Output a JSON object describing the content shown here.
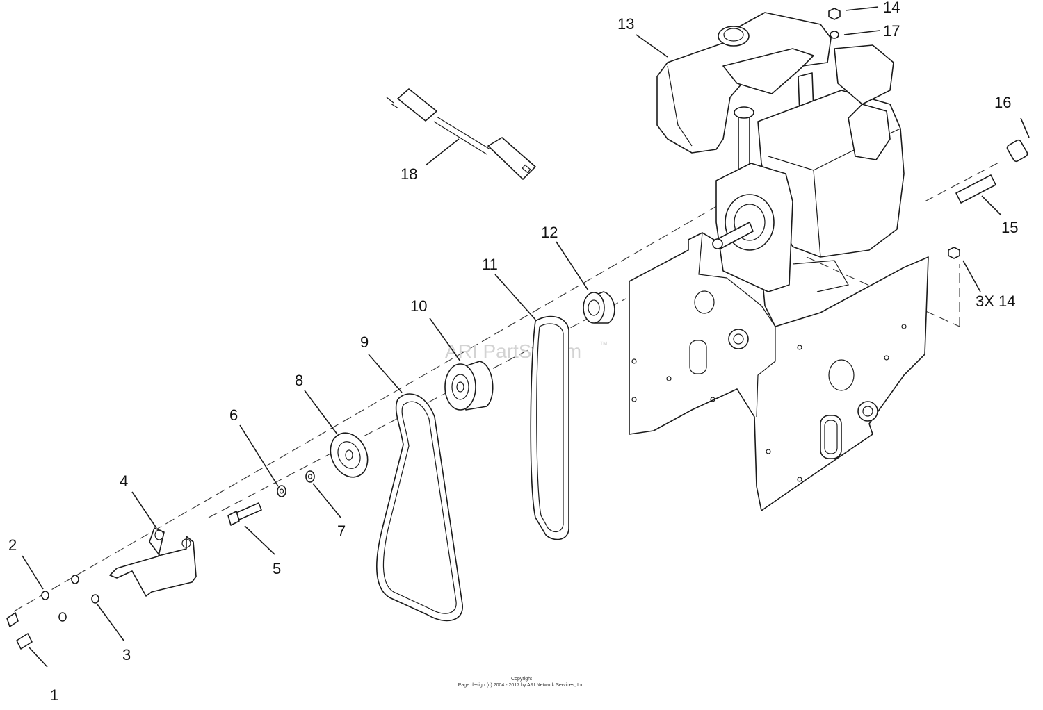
{
  "callouts": [
    {
      "id": "c1",
      "text": "1"
    },
    {
      "id": "c2",
      "text": "2"
    },
    {
      "id": "c3",
      "text": "3"
    },
    {
      "id": "c4",
      "text": "4"
    },
    {
      "id": "c5",
      "text": "5"
    },
    {
      "id": "c6",
      "text": "6"
    },
    {
      "id": "c7",
      "text": "7"
    },
    {
      "id": "c8",
      "text": "8"
    },
    {
      "id": "c9",
      "text": "9"
    },
    {
      "id": "c10",
      "text": "10"
    },
    {
      "id": "c11",
      "text": "11"
    },
    {
      "id": "c12",
      "text": "12"
    },
    {
      "id": "c13",
      "text": "13"
    },
    {
      "id": "c14",
      "text": "14"
    },
    {
      "id": "c15",
      "text": "15"
    },
    {
      "id": "c16",
      "text": "16"
    },
    {
      "id": "c17",
      "text": "17"
    },
    {
      "id": "c18",
      "text": "18"
    },
    {
      "id": "c3x14",
      "text": "3X 14"
    }
  ],
  "watermark": {
    "text": "ARI PartStream",
    "mark": "™"
  },
  "footer": {
    "line1": "Copyright",
    "line2": "Page design (c) 2004 - 2017 by ARI Network Services, Inc."
  },
  "colors": {
    "line": "#1a1a1a",
    "watermark": "#d3d3d3",
    "background": "#ffffff"
  }
}
